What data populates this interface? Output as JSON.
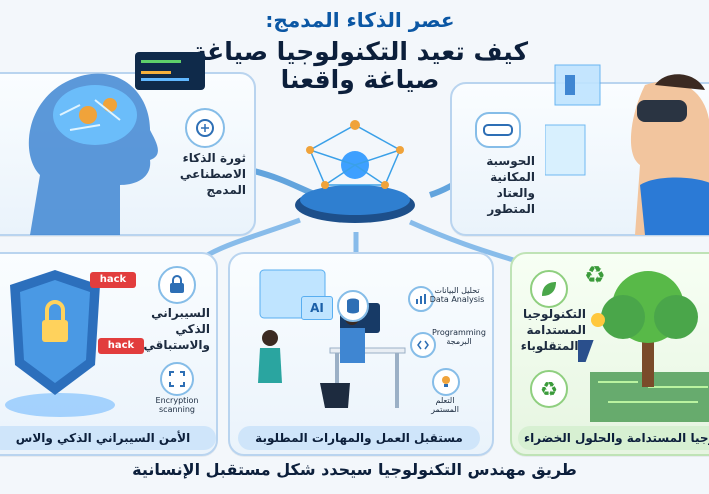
{
  "header": {
    "title_line1": "عصر الذكاء المدمج:",
    "title_line2": "كيف تعيد التكنولوجيا صياغة",
    "title_line3": "صياغة واقعنا"
  },
  "panels": {
    "ai": {
      "label_l1": "ثورة الذكاء",
      "label_l2": "الاصطناعي",
      "label_l3": "المدمج"
    },
    "spatial": {
      "label_l1": "الحوسبة",
      "label_l2": "المكانية",
      "label_l3": "والعتاد",
      "label_l4": "المتطور"
    },
    "security": {
      "label_l1": "السيبراني",
      "label_l2": "الذكي",
      "label_l3": "والاستباقي",
      "hack_1": "hack",
      "hack_2": "hack",
      "encryption_l1": "Encryption",
      "encryption_l2": "scanning",
      "footer": "الأمن السيبراني الذكي والاس"
    },
    "work": {
      "ai_screen": "AI",
      "data_ar": "تحليل البيانات",
      "data_en": "Data Analysis",
      "prog_en": "Programming",
      "prog_ar": "البرمجة",
      "learn_l1": "التعلم",
      "learn_l2": "المستمر",
      "footer": "مستقبل العمل والمهارات المطلوبة"
    },
    "green": {
      "label_l1": "التكنولوجيا",
      "label_l2": "المستدامة",
      "label_l3": "والمتقلوباء",
      "footer": "وجيا المستدامة والحلول الخضراء"
    }
  },
  "bottom_banner": "طريق مهندس التكنولوجيا سيحدد شكل مستقبل الإنسانية",
  "colors": {
    "accent_blue": "#0b57a4",
    "footer_blue": "#cfe5fa",
    "footer_green": "#d7f0d2",
    "hack_red": "#e23d3d"
  }
}
